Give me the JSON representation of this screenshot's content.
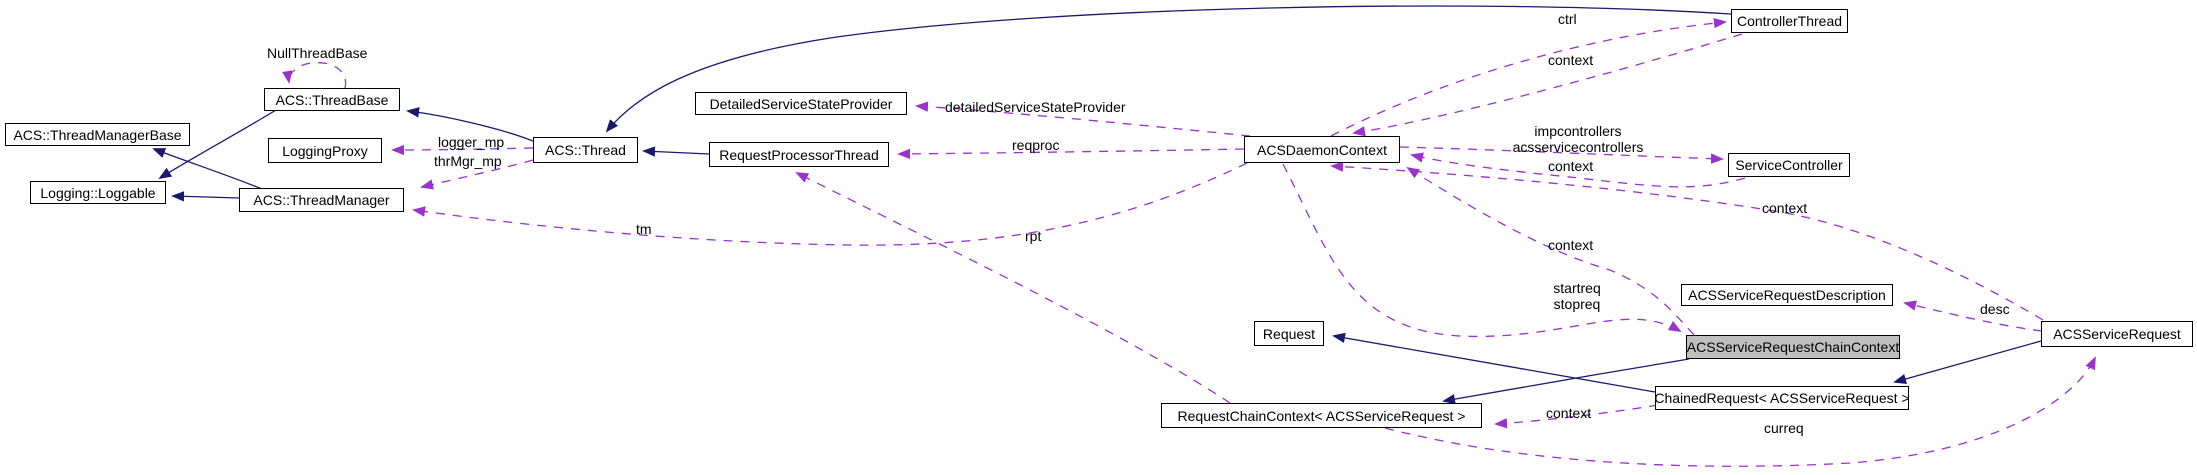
{
  "diagram": {
    "kind": "collaboration-graph",
    "background": "#ffffff",
    "colors": {
      "inheritance_edge": "#191970",
      "usage_edge": "#9a32cd",
      "node_border": "#000000",
      "node_fill": "#ffffff",
      "highlight_node_fill": "#bfbfbf",
      "text": "#000000"
    }
  },
  "nodes": [
    {
      "id": "thread-manager-base",
      "label": "ACS::ThreadManagerBase",
      "highlighted": false
    },
    {
      "id": "loggable",
      "label": "Logging::Loggable",
      "highlighted": false
    },
    {
      "id": "thread-base",
      "label": "ACS::ThreadBase",
      "highlighted": false
    },
    {
      "id": "logging-proxy",
      "label": "LoggingProxy",
      "highlighted": false
    },
    {
      "id": "thread-manager",
      "label": "ACS::ThreadManager",
      "highlighted": false
    },
    {
      "id": "acs-thread",
      "label": "ACS::Thread",
      "highlighted": false
    },
    {
      "id": "detailed-service-state-provider",
      "label": "DetailedServiceStateProvider",
      "highlighted": false
    },
    {
      "id": "request-processor-thread",
      "label": "RequestProcessorThread",
      "highlighted": false
    },
    {
      "id": "acs-daemon-context",
      "label": "ACSDaemonContext",
      "highlighted": false
    },
    {
      "id": "controller-thread",
      "label": "ControllerThread",
      "highlighted": false
    },
    {
      "id": "service-controller",
      "label": "ServiceController",
      "highlighted": false
    },
    {
      "id": "acs-service-request-description",
      "label": "ACSServiceRequestDescription",
      "highlighted": false
    },
    {
      "id": "acs-service-request-chain-context",
      "label": "ACSServiceRequestChainContext",
      "highlighted": true
    },
    {
      "id": "chained-request",
      "label": "ChainedRequest< ACSServiceRequest >",
      "highlighted": false
    },
    {
      "id": "acs-service-request",
      "label": "ACSServiceRequest",
      "highlighted": false
    },
    {
      "id": "request",
      "label": "Request",
      "highlighted": false
    },
    {
      "id": "request-chain-context",
      "label": "RequestChainContext< ACSServiceRequest >",
      "highlighted": false
    }
  ],
  "edge_labels": [
    {
      "id": "null-thread-base",
      "text": "NullThreadBase"
    },
    {
      "id": "logger-mp",
      "text": "logger_mp"
    },
    {
      "id": "thr-mgr-mp",
      "text": "thrMgr_mp"
    },
    {
      "id": "detailed-service-state-provider",
      "text": "detailedServiceStateProvider"
    },
    {
      "id": "reqproc",
      "text": "reqproc"
    },
    {
      "id": "tm",
      "text": "tm"
    },
    {
      "id": "rpt",
      "text": "rpt"
    },
    {
      "id": "ctrl",
      "text": "ctrl"
    },
    {
      "id": "context-controller-thread",
      "text": "context"
    },
    {
      "id": "impcontrollers-acsservicecontrollers",
      "lines": [
        "impcontrollers",
        "acsservicecontrollers"
      ]
    },
    {
      "id": "context-service-controller",
      "text": "context"
    },
    {
      "id": "context-chain-context",
      "text": "context"
    },
    {
      "id": "startreq-stopreq",
      "lines": [
        "startreq",
        "stopreq"
      ]
    },
    {
      "id": "context-acs-service-request",
      "text": "context"
    },
    {
      "id": "desc",
      "text": "desc"
    },
    {
      "id": "context-chained-request",
      "text": "context"
    },
    {
      "id": "curreq",
      "text": "curreq"
    }
  ]
}
